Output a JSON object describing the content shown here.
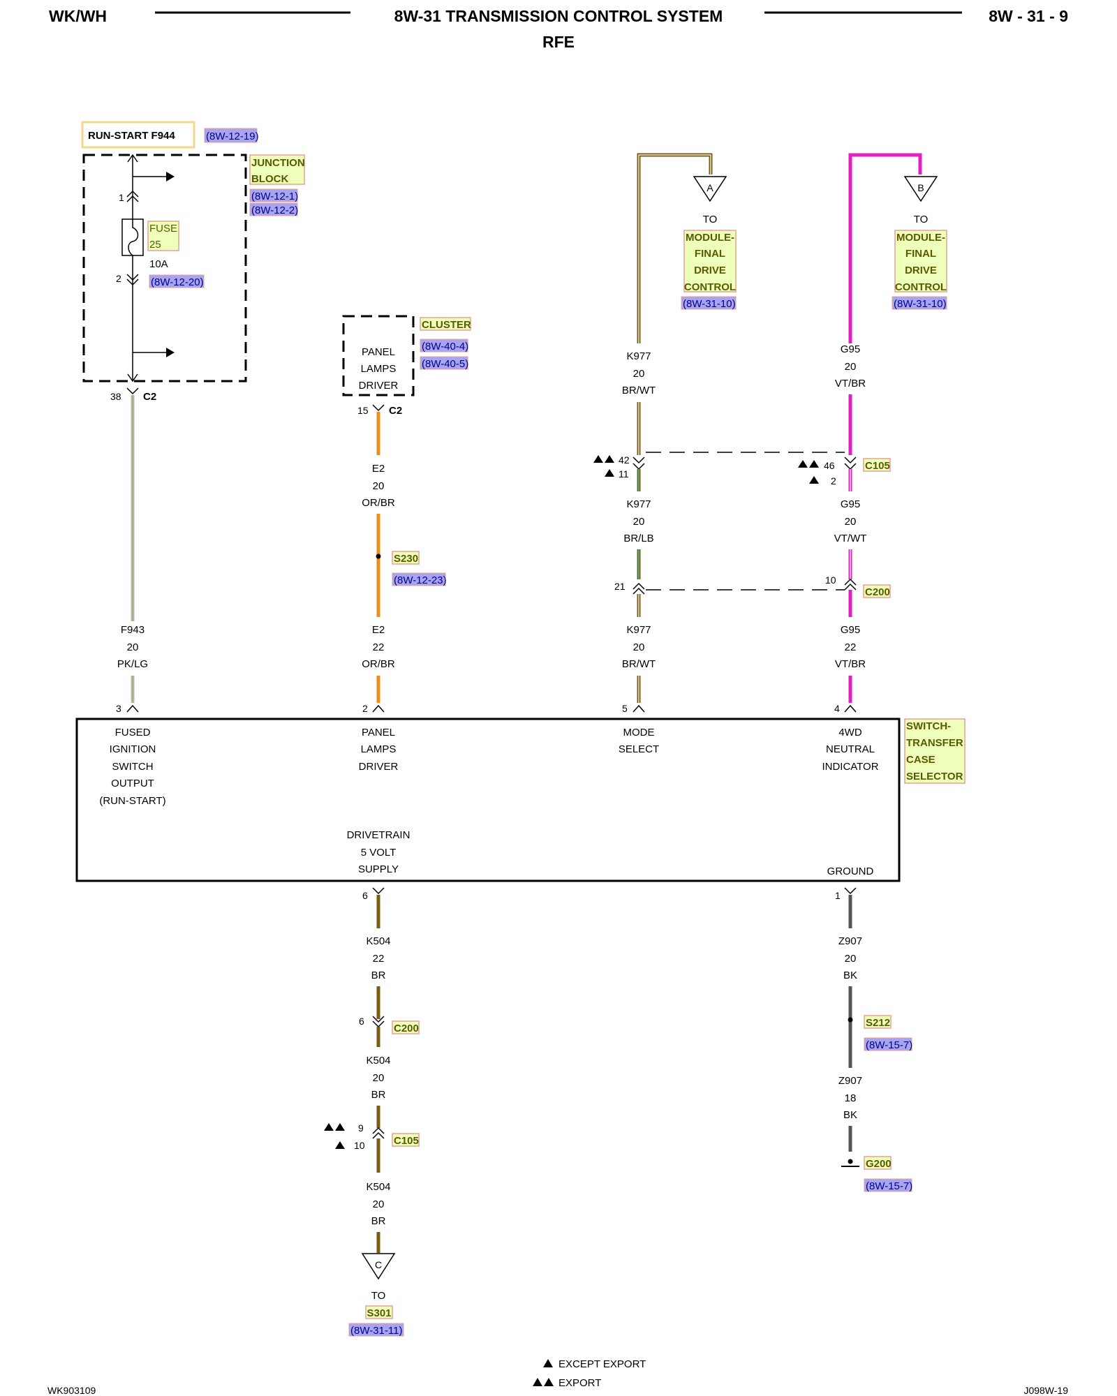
{
  "header": {
    "left": "WK/WH",
    "title": "8W-31 TRANSMISSION CONTROL SYSTEM",
    "subtitle": "RFE",
    "right": "8W - 31 - 9"
  },
  "footer": {
    "left": "WK903109",
    "right": "J098W-19",
    "legend_single": "EXCEPT EXPORT",
    "legend_double": "EXPORT"
  },
  "junction_block": {
    "supply_label": "RUN-START F944",
    "supply_ref": "(8W-12-19)",
    "name_line1": "JUNCTION",
    "name_line2": "BLOCK",
    "ref1": "(8W-12-1)",
    "ref2": "(8W-12-2)",
    "pin_top": "1",
    "pin_bottom": "2",
    "fuse_label1": "FUSE",
    "fuse_label2": "25",
    "fuse_rating": "10A",
    "fuse_ref": "(8W-12-20)",
    "out_pin": "38",
    "out_conn": "C2"
  },
  "cluster": {
    "name": "CLUSTER",
    "ref1": "(8W-40-4)",
    "ref2": "(8W-40-5)",
    "line1": "PANEL",
    "line2": "LAMPS",
    "line3": "DRIVER",
    "pin": "15",
    "conn": "C2"
  },
  "wires": {
    "f943": {
      "circuit": "F943",
      "gauge": "20",
      "color": "PK/LG",
      "pin": "3"
    },
    "e2_upper": {
      "circuit": "E2",
      "gauge": "20",
      "color": "OR/BR"
    },
    "e2_lower": {
      "circuit": "E2",
      "gauge": "22",
      "color": "OR/BR",
      "pin": "2"
    },
    "k977_top": {
      "circuit": "K977",
      "gauge": "20",
      "color": "BR/WT"
    },
    "k977_mid": {
      "circuit": "K977",
      "gauge": "20",
      "color": "BR/LB"
    },
    "k977_low": {
      "circuit": "K977",
      "gauge": "20",
      "color": "BR/WT",
      "pin": "5"
    },
    "g95_top": {
      "circuit": "G95",
      "gauge": "20",
      "color": "VT/BR"
    },
    "g95_mid": {
      "circuit": "G95",
      "gauge": "20",
      "color": "VT/WT"
    },
    "g95_low": {
      "circuit": "G95",
      "gauge": "22",
      "color": "VT/BR",
      "pin": "4"
    },
    "k504_a": {
      "circuit": "K504",
      "gauge": "22",
      "color": "BR",
      "pin": "6"
    },
    "k504_b": {
      "circuit": "K504",
      "gauge": "20",
      "color": "BR"
    },
    "k504_c": {
      "circuit": "K504",
      "gauge": "20",
      "color": "BR"
    },
    "z907_a": {
      "circuit": "Z907",
      "gauge": "20",
      "color": "BK",
      "pin": "1"
    },
    "z907_b": {
      "circuit": "Z907",
      "gauge": "18",
      "color": "BK"
    }
  },
  "splices": {
    "s230": {
      "name": "S230",
      "ref": "(8W-12-23)"
    },
    "s212": {
      "name": "S212",
      "ref": "(8W-15-7)"
    },
    "g200": {
      "name": "G200",
      "ref": "(8W-15-7)"
    }
  },
  "connectors": {
    "c105_top": {
      "name": "C105",
      "k977_pin_export": "42",
      "k977_pin_nonexport": "11",
      "g95_pin_export": "46",
      "g95_pin_nonexport": "2"
    },
    "c200_top": {
      "name": "C200",
      "k977_pin": "21",
      "g95_pin": "10"
    },
    "c200_k504": {
      "name": "C200",
      "pin": "6"
    },
    "c105_k504": {
      "name": "C105",
      "pin_export": "9",
      "pin_nonexport": "10"
    }
  },
  "destinations": {
    "a": {
      "letter": "A",
      "to": "TO",
      "line1": "MODULE-",
      "line2": "FINAL",
      "line3": "DRIVE",
      "line4": "CONTROL",
      "ref": "(8W-31-10)"
    },
    "b": {
      "letter": "B",
      "to": "TO",
      "line1": "MODULE-",
      "line2": "FINAL",
      "line3": "DRIVE",
      "line4": "CONTROL",
      "ref": "(8W-31-10)"
    },
    "c": {
      "letter": "C",
      "to": "TO",
      "name": "S301",
      "ref": "(8W-31-11)"
    }
  },
  "switch": {
    "name1": "SWITCH-",
    "name2": "TRANSFER",
    "name3": "CASE",
    "name4": "SELECTOR",
    "p1_l1": "FUSED",
    "p1_l2": "IGNITION",
    "p1_l3": "SWITCH",
    "p1_l4": "OUTPUT",
    "p1_l5": "(RUN-START)",
    "p2_l1": "PANEL",
    "p2_l2": "LAMPS",
    "p2_l3": "DRIVER",
    "p3_l1": "MODE",
    "p3_l2": "SELECT",
    "p4_l1": "4WD",
    "p4_l2": "NEUTRAL",
    "p4_l3": "INDICATOR",
    "p5_l1": "DRIVETRAIN",
    "p5_l2": "5 VOLT",
    "p5_l3": "SUPPLY",
    "p6_l1": "GROUND",
    "pin_supply": "6",
    "pin_ground": "1"
  },
  "colors": {
    "pk_lg": "#d8b0a0",
    "orange": "#e8901a",
    "brown": "#7a5c10",
    "violet": "#e020c0",
    "black": "#555555",
    "white_stripe": "#ffffff",
    "green_stripe": "#40c0b0"
  }
}
